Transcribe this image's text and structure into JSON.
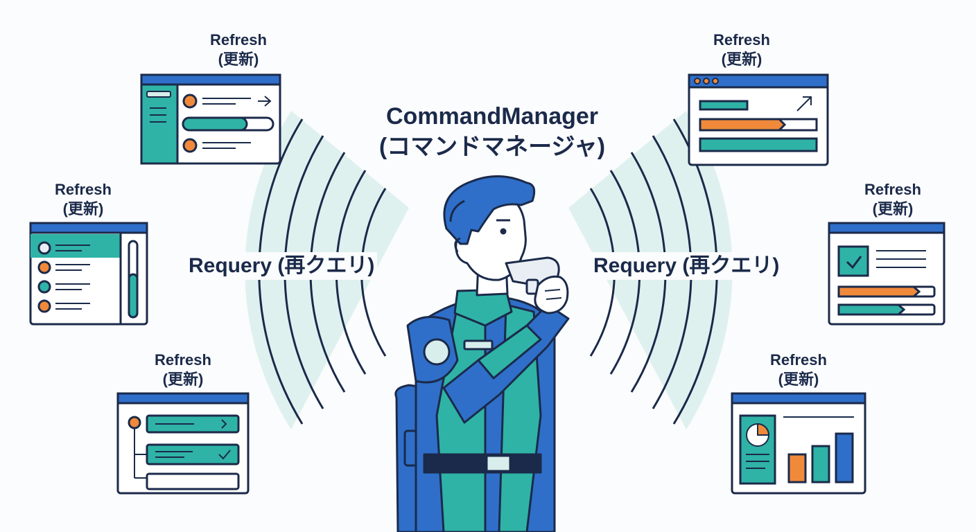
{
  "title": {
    "line1": "CommandManager",
    "line2": "(コマンドマネージャ)"
  },
  "requery": {
    "left": "Requery (再クエリ)",
    "right": "Requery (再クエリ)"
  },
  "refresh": {
    "line1": "Refresh",
    "line2": "(更新)"
  },
  "colors": {
    "navy": "#1b2a4a",
    "blue": "#2f6fc9",
    "teal": "#2fb3a6",
    "orange": "#f08a3a",
    "wave": "#d7eeec"
  },
  "icons": [
    "whistle-icon",
    "check-icon",
    "arrow-right-icon",
    "trend-up-icon",
    "pie-chart-icon",
    "bar-chart-icon"
  ]
}
